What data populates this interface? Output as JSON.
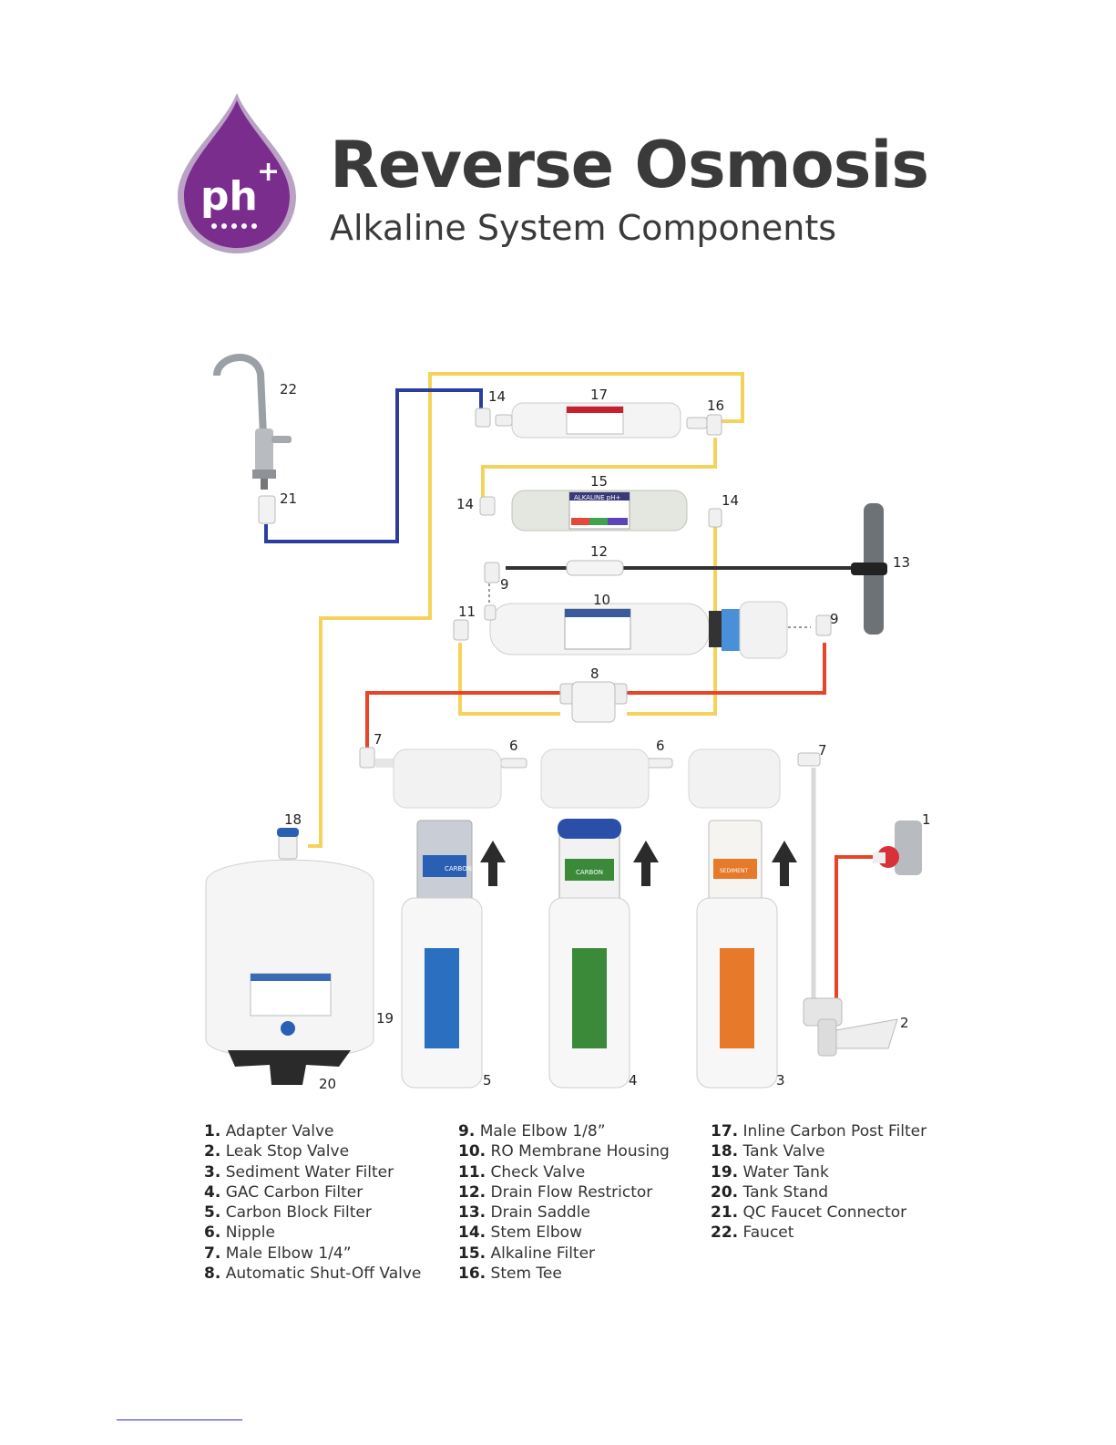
{
  "header": {
    "logo_text": "ph+",
    "title": "Reverse Osmosis",
    "subtitle": "Alkaline System Components"
  },
  "colors": {
    "brand_purple": "#7b2d8e",
    "yellow_tube": "#f5d35a",
    "blue_tube": "#2b3d9e",
    "red_tube": "#e8442a",
    "black_tube": "#333333"
  },
  "diagram_labels": {
    "n1": "1",
    "n2": "2",
    "n3": "3",
    "n4": "4",
    "n5": "5",
    "n6a": "6",
    "n6b": "6",
    "n7a": "7",
    "n7b": "7",
    "n8": "8",
    "n9a": "9",
    "n9b": "9",
    "n10": "10",
    "n11": "11",
    "n12": "12",
    "n13": "13",
    "n14a": "14",
    "n14b": "14",
    "n14c": "14",
    "n15": "15",
    "n16": "16",
    "n17": "17",
    "n18": "18",
    "n19": "19",
    "n20": "20",
    "n21": "21",
    "n22": "22",
    "cartridge5": "CARBON",
    "cartridge4": "CARBON",
    "cartridge3": "SEDIMENT",
    "filter15": "ALKALINE pH+"
  },
  "legend": [
    [
      {
        "num": "1.",
        "label": "Adapter Valve"
      },
      {
        "num": "2.",
        "label": "Leak Stop Valve"
      },
      {
        "num": "3.",
        "label": "Sediment Water Filter"
      },
      {
        "num": "4.",
        "label": "GAC Carbon Filter"
      },
      {
        "num": "5.",
        "label": "Carbon Block Filter"
      },
      {
        "num": "6.",
        "label": "Nipple"
      },
      {
        "num": "7.",
        "label": "Male Elbow 1/4”"
      },
      {
        "num": "8.",
        "label": "Automatic Shut-Off Valve"
      }
    ],
    [
      {
        "num": "9.",
        "label": "Male Elbow 1/8”"
      },
      {
        "num": "10.",
        "label": "RO Membrane Housing"
      },
      {
        "num": "11.",
        "label": "Check Valve"
      },
      {
        "num": "12.",
        "label": "Drain Flow Restrictor"
      },
      {
        "num": "13.",
        "label": "Drain Saddle"
      },
      {
        "num": "14.",
        "label": "Stem Elbow"
      },
      {
        "num": "15.",
        "label": "Alkaline Filter"
      },
      {
        "num": "16.",
        "label": "Stem Tee"
      }
    ],
    [
      {
        "num": "17.",
        "label": "Inline Carbon Post Filter"
      },
      {
        "num": "18.",
        "label": "Tank Valve"
      },
      {
        "num": "19.",
        "label": "Water Tank"
      },
      {
        "num": "20.",
        "label": "Tank Stand"
      },
      {
        "num": "21.",
        "label": "QC Faucet Connector"
      },
      {
        "num": "22.",
        "label": "Faucet"
      }
    ]
  ]
}
